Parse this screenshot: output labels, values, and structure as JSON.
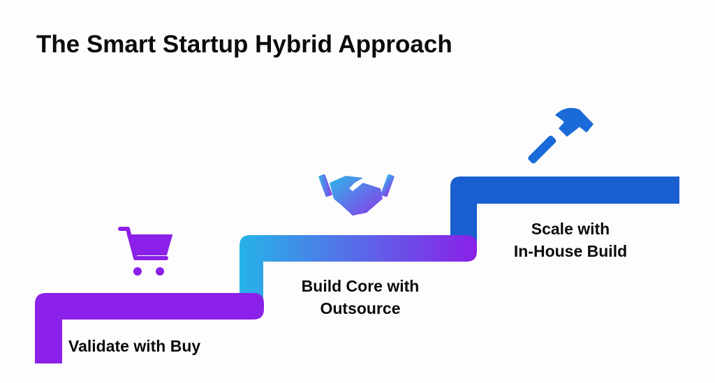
{
  "title": "The Smart Startup Hybrid Approach",
  "steps": [
    {
      "line1": "Validate with Buy",
      "line2": "",
      "icon": "shopping-cart-icon",
      "color": "#8b20e8"
    },
    {
      "line1": "Build Core with",
      "line2": "Outsource",
      "icon": "handshake-icon",
      "color_start": "#27b3e8",
      "color_end": "#8b20e8"
    },
    {
      "line1": "Scale with",
      "line2": "In-House Build",
      "icon": "hammer-icon",
      "color": "#1a5fd0"
    }
  ]
}
